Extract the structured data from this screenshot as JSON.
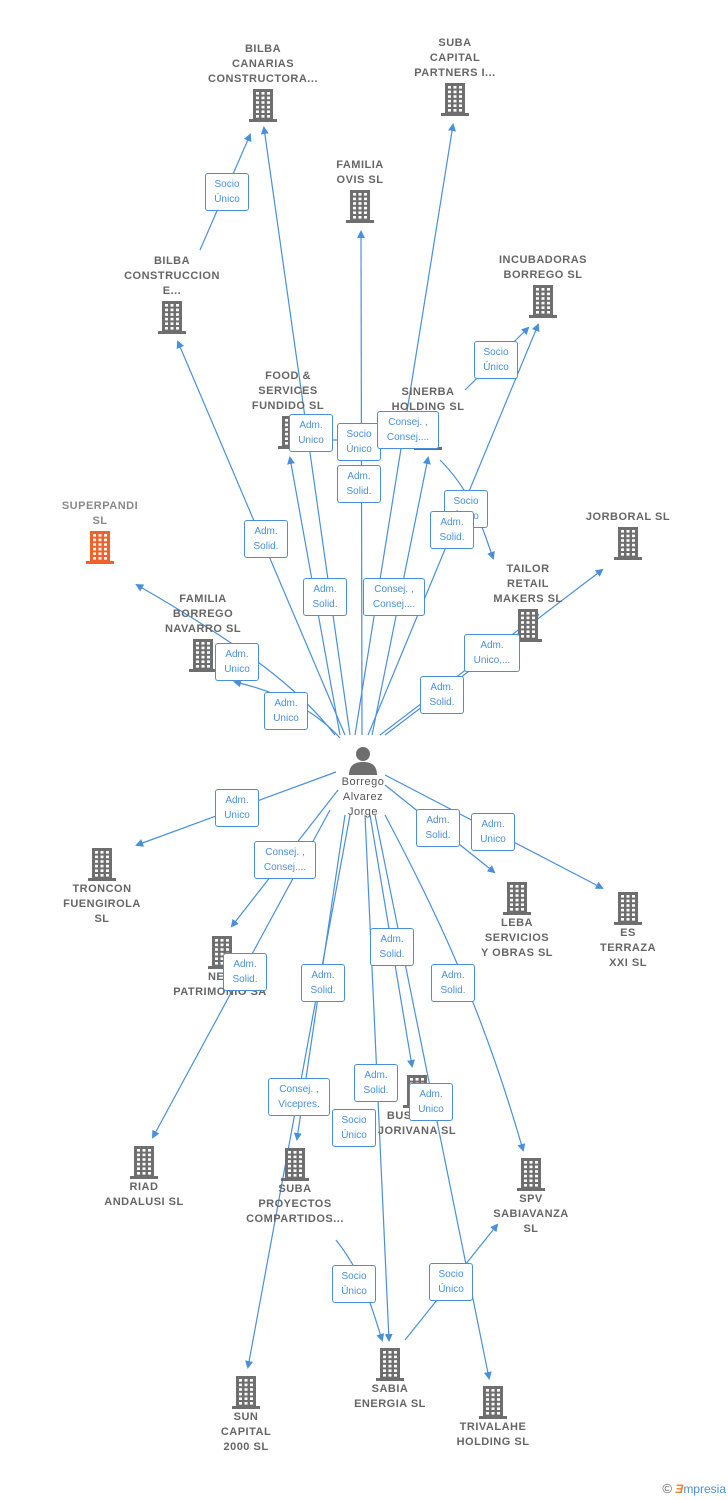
{
  "colors": {
    "edge": "#4a90d9",
    "building": "#6e6e6e",
    "highlight": "#f0622a",
    "person": "#6e6e6e"
  },
  "center": {
    "label": "Borrego\nAlvarez\nJorge"
  },
  "nodes": [
    {
      "id": "bilba_canarias",
      "label": "BILBA\nCANARIAS\nCONSTRUCTORA..."
    },
    {
      "id": "suba_capital",
      "label": "SUBA\nCAPITAL\nPARTNERS I..."
    },
    {
      "id": "familia_ovis",
      "label": "FAMILIA\nOVIS  SL"
    },
    {
      "id": "incubadoras",
      "label": "INCUBADORAS\nBORREGO  SL"
    },
    {
      "id": "bilba_construccion",
      "label": "BILBA\nCONSTRUCCION\nE..."
    },
    {
      "id": "food_services",
      "label": "FOOD &\nSERVICES\nFUNDIDO  SL"
    },
    {
      "id": "sinerba",
      "label": "SINERBA\nHOLDING  SL"
    },
    {
      "id": "superpandi",
      "label": "SUPERPANDI\nSL"
    },
    {
      "id": "jorboral",
      "label": "JORBORAL  SL"
    },
    {
      "id": "tailor",
      "label": "TAILOR\nRETAIL\nMAKERS  SL"
    },
    {
      "id": "familia_borrego",
      "label": "FAMILIA\nBORREGO\nNAVARRO  SL"
    },
    {
      "id": "troncon",
      "label": "TRONCON\nFUENGIROLA\nSL"
    },
    {
      "id": "leba",
      "label": "LEBA\nSERVICIOS\nY OBRAS  SL"
    },
    {
      "id": "es_terraza",
      "label": "ES\nTERRAZA\nXXI SL"
    },
    {
      "id": "nexus",
      "label": "NEX\nPATRIMONIO SA"
    },
    {
      "id": "bussines",
      "label": "BUSSINES\nJORIVANA  SL"
    },
    {
      "id": "riad",
      "label": "RIAD\nANDALUSI  SL"
    },
    {
      "id": "suba_proyectos",
      "label": "SUBA\nPROYECTOS\nCOMPARTIDOS..."
    },
    {
      "id": "spv",
      "label": "SPV\nSABIAVANZA\nSL"
    },
    {
      "id": "sun_capital",
      "label": "SUN\nCAPITAL\n2000  SL"
    },
    {
      "id": "sabia",
      "label": "SABIA\nENERGIA  SL"
    },
    {
      "id": "trivalahe",
      "label": "TRIVALAHE\nHOLDING  SL"
    }
  ],
  "badges": [
    "Socio\nÚnico",
    "Adm.\nUnico",
    "Socio\nÚnico",
    "Consej. ,\nConsej....",
    "Adm.\nSolid.",
    "Socio\nÚnico",
    "Socio\nÚnico",
    "Adm.\nSolid.",
    "Adm.\nSolid.",
    "Adm.\nSolid.",
    "Consej. ,\nConsej....",
    "Adm.\nUnico",
    "Adm.\nUnico,...",
    "Adm.\nSolid.",
    "Adm.\nUnico",
    "Adm.\nUnico",
    "Consej. ,\nConsej....",
    "Adm.\nSolid.",
    "Adm.\nUnico",
    "Adm.\nSolid.",
    "Adm.\nSolid.",
    "Adm.\nSolid.",
    "Adm.\nSolid.",
    "Consej. ,\nVicepres.",
    "Adm.\nSolid.",
    "Adm.\nUnico",
    "Socio\nÚnico",
    "Socio\nÚnico",
    "Socio\nÚnico"
  ],
  "brand": {
    "symbol": "©",
    "first": "Ǝ",
    "rest": "mpresia"
  }
}
